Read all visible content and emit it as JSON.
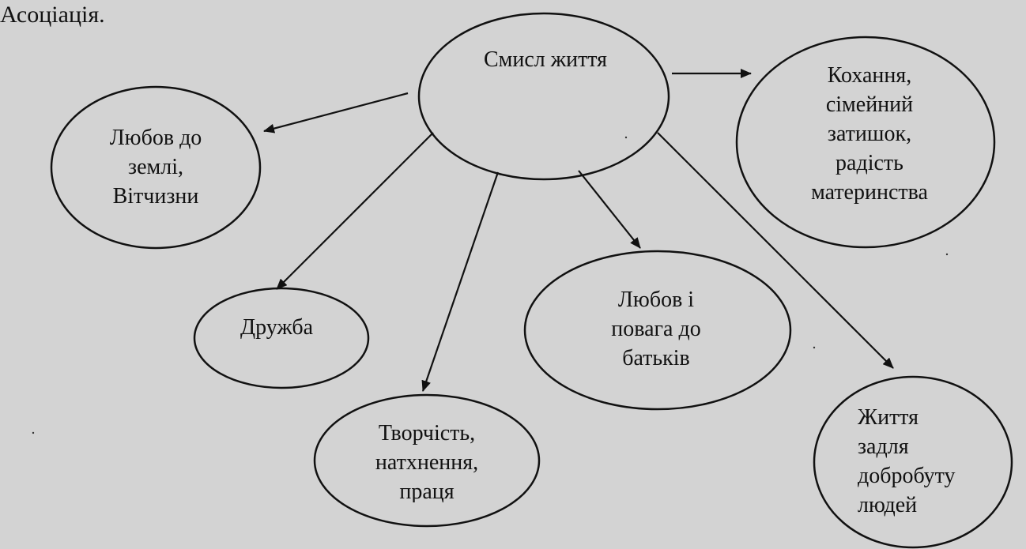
{
  "heading": "Асоціація.",
  "center": {
    "label": "Смисл життя"
  },
  "nodes": {
    "love_land": {
      "lines": [
        "Любов до",
        "землі,",
        "Вітчизни"
      ]
    },
    "love_family": {
      "lines": [
        "Кохання,",
        "сімейний",
        "затишок,",
        "радість",
        "материнства"
      ]
    },
    "friendship": {
      "lines": [
        "Дружба"
      ]
    },
    "creativity": {
      "lines": [
        "Творчість,",
        "натхнення,",
        "праця"
      ]
    },
    "parents": {
      "lines": [
        "Любов і",
        "повага до",
        "батьків"
      ]
    },
    "life_for_people": {
      "lines": [
        "Життя",
        "задля",
        "добробуту",
        "людей"
      ]
    }
  },
  "colors": {
    "background": "#d3d3d3",
    "stroke": "#111111"
  }
}
